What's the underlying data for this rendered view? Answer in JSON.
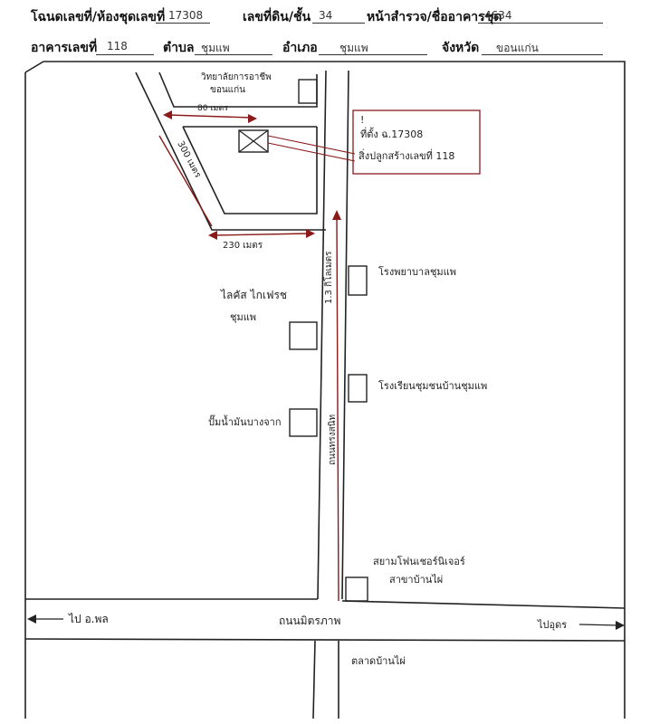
{
  "header": {
    "row1": {
      "deed_label": "โฉนดเลขที่/ห้องชุดเลขที่",
      "deed_value": "17308",
      "land_label": "เลขที่ดิน/ชั้น",
      "land_value": "34",
      "survey_label": "หน้าสำรวจ/ชื่ออาคารชุด",
      "survey_value": "4634"
    },
    "row2": {
      "building_label": "อาคารเลขที่",
      "building_value": "118",
      "subdistrict_label": "ตำบล",
      "subdistrict_value": "ชุมแพ",
      "district_label": "อำเภอ",
      "district_value": "ชุมแพ",
      "province_label": "จังหวัด",
      "province_value": "ขอนแก่น"
    }
  },
  "map": {
    "college": "วิทยาลัยการอาชีพ",
    "college_line2": "ขอนแก่น",
    "seg_80m": "80 เมตร",
    "seg_300m": "300 เมตร",
    "seg_230m": "230 เมตร",
    "seg_1km": "1.3 กิโลเมตร",
    "location_mark": "!",
    "location_line1": "ที่ตั้ง ฉ.17308",
    "location_line2": "สิ่งปลูกสร้างเลขที่ 118",
    "hospital": "โรงพยาบาลชุมแพ",
    "hotel_line1": "ไลคัส ไกเฟรช",
    "hotel_line2": "ชุมแพ",
    "school": "โรงเรียนชุมชนบ้านชุมแพ",
    "gas_station": "ปั๊มน้ำมันบางจาก",
    "road_vertical": "ถนนทรงสนิท",
    "shop_line1": "สยามโฟนเชอร์นิเจอร์",
    "shop_line2": "สาขาบ้านไผ่",
    "to_left": "ไป อ.พล",
    "main_road": "ถนนมิตรภาพ",
    "to_right": "ไปอุดร",
    "bottom_road": "ตลาดบ้านไผ่"
  }
}
